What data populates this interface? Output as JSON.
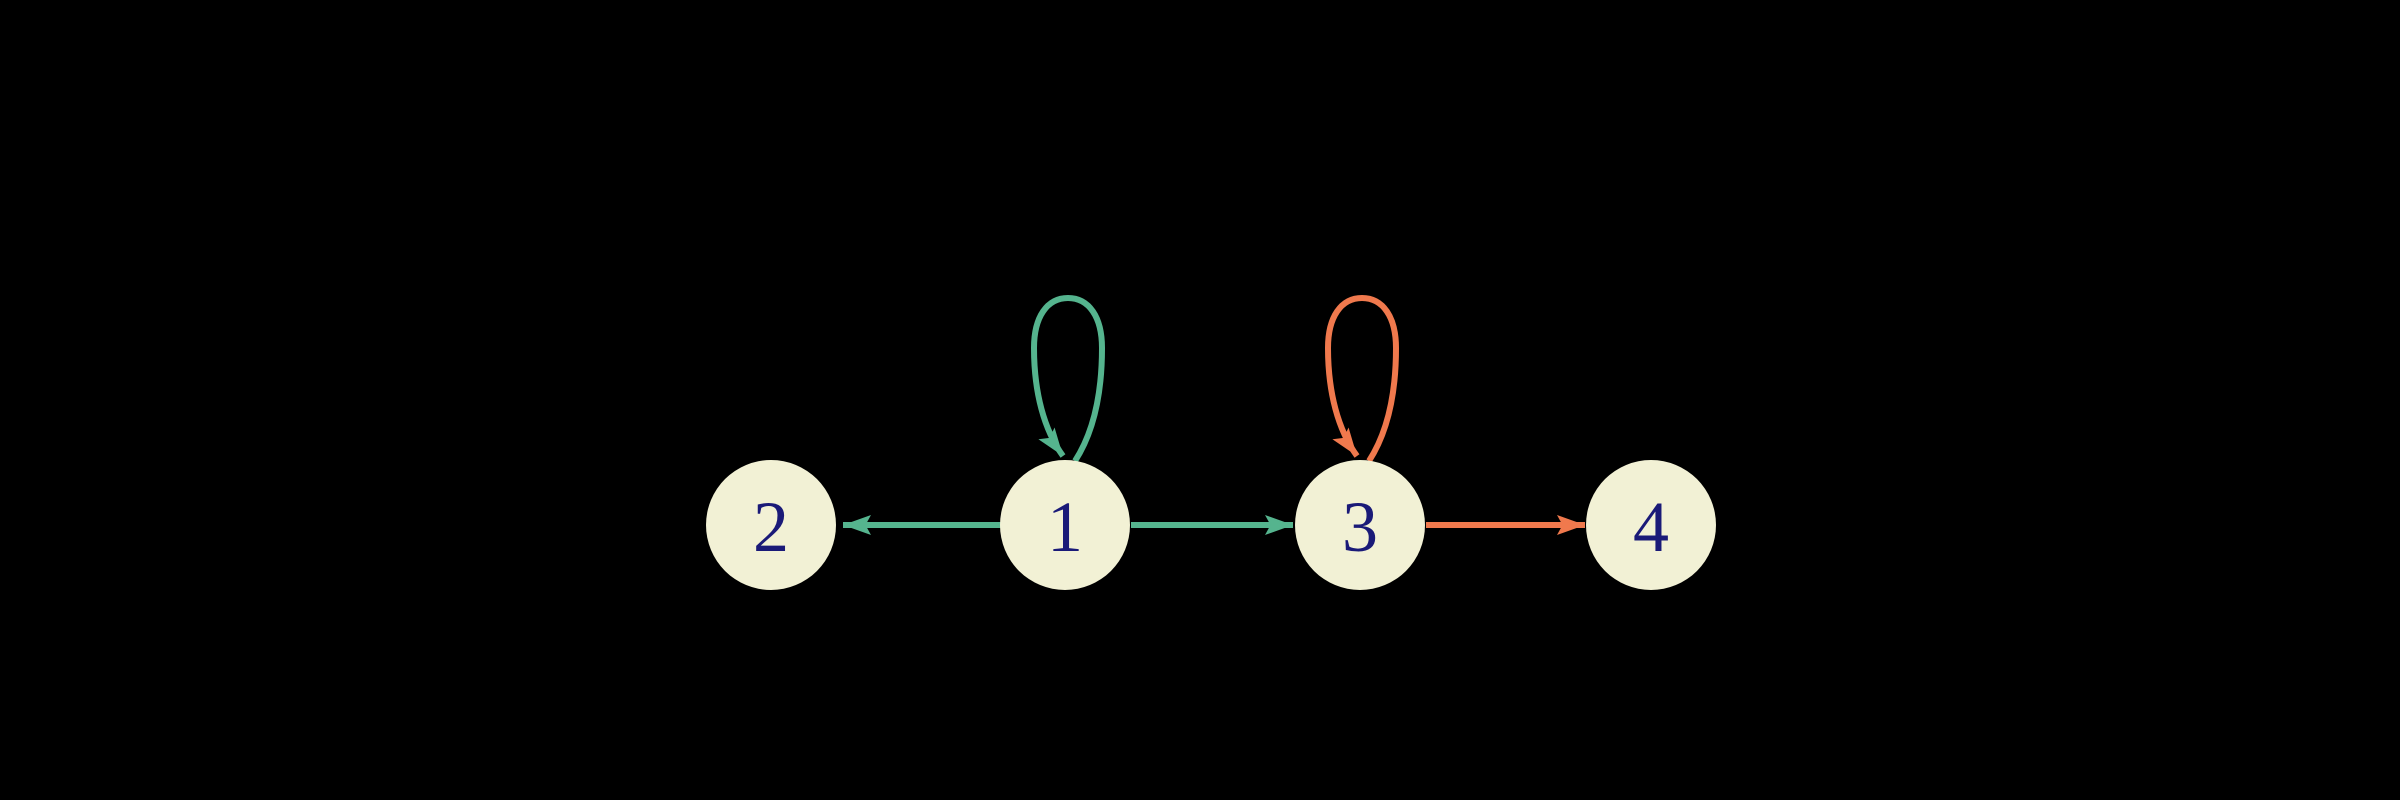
{
  "diagram": {
    "type": "directed-graph",
    "background": "#000000",
    "colors": {
      "node_fill": "#F2F1D5",
      "node_label": "#1A1A78",
      "edge_green": "#55B48E",
      "edge_orange": "#F0794D"
    },
    "nodes": [
      {
        "id": "2",
        "label": "2"
      },
      {
        "id": "1",
        "label": "1"
      },
      {
        "id": "3",
        "label": "3"
      },
      {
        "id": "4",
        "label": "4"
      }
    ],
    "edges": [
      {
        "from": "1",
        "to": "2",
        "color": "#55B48E",
        "type": "straight"
      },
      {
        "from": "1",
        "to": "3",
        "color": "#55B48E",
        "type": "straight"
      },
      {
        "from": "1",
        "to": "1",
        "color": "#55B48E",
        "type": "self-loop"
      },
      {
        "from": "3",
        "to": "3",
        "color": "#F0794D",
        "type": "self-loop"
      },
      {
        "from": "3",
        "to": "4",
        "color": "#F0794D",
        "type": "straight"
      }
    ]
  }
}
